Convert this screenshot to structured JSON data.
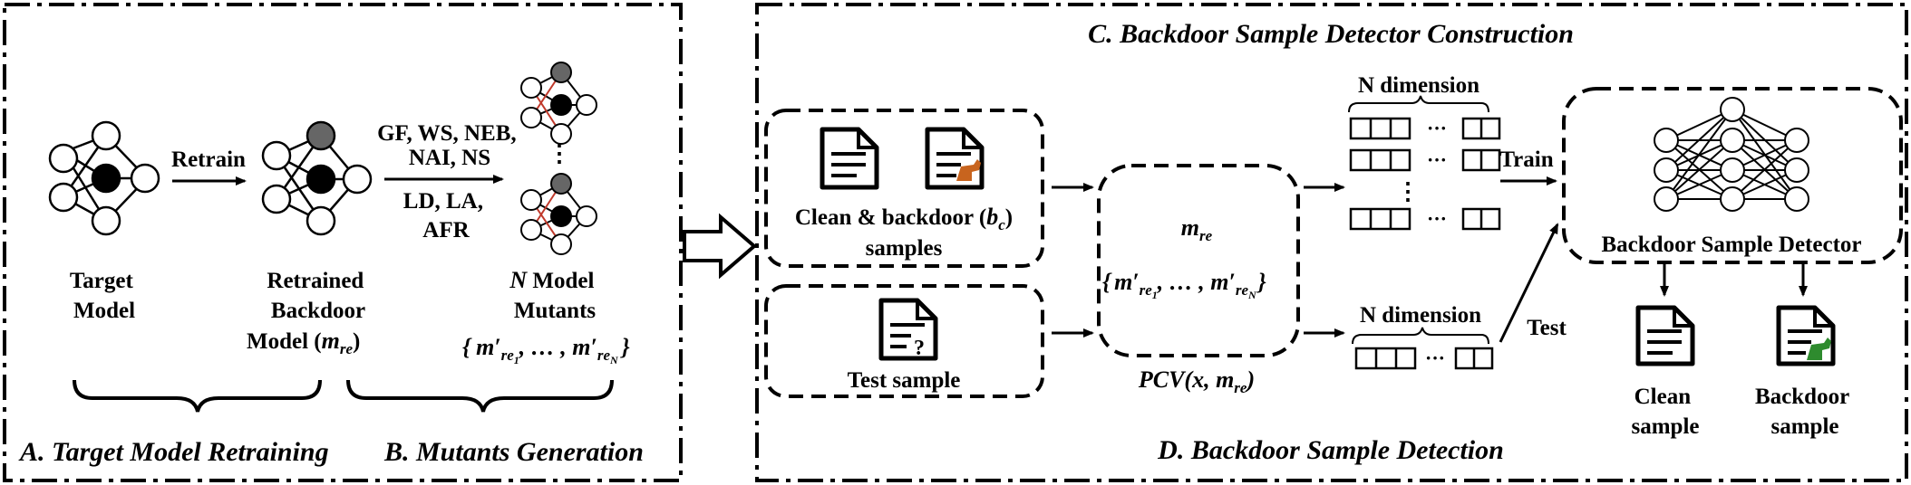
{
  "section_titles": {
    "a": "A. Target Model Retraining",
    "b": "B. Mutants Generation",
    "c": "C. Backdoor Sample Detector Construction",
    "d": "D. Backdoor Sample Detection"
  },
  "part_ab": {
    "retrain_label": "Retrain",
    "target_model": [
      "Target",
      "Model"
    ],
    "retrained_model": [
      "Retrained",
      "Backdoor",
      "Model ("
    ],
    "retrained_model_symbol": {
      "base": "m",
      "sub": "re",
      "close": ")"
    },
    "mutation_ops_1": [
      "GF, WS, NEB,",
      "NAI, NS"
    ],
    "mutation_ops_2": [
      "LD, LA,",
      "AFR"
    ],
    "mutants_label": {
      "n": "N",
      "rest": " Model",
      "line2": "Mutants"
    },
    "mutants_set": {
      "open": "{",
      "base": "m′",
      "sub": "re",
      "subsub_1": "1",
      "dots": ", … , ",
      "subsub_n": "N",
      "close": "}",
      "comma": ","
    }
  },
  "part_cd": {
    "samples_box_line1_pre": "Clean & backdoor (",
    "samples_box_symbol": {
      "base": "b",
      "sub": "c",
      "close": ")"
    },
    "samples_box_line2": "samples",
    "test_sample": "Test sample",
    "mre": {
      "base": "m",
      "sub": "re"
    },
    "pcv": {
      "prefix": "PCV(x, m",
      "sub": "re",
      "close": ")"
    },
    "n_dimension_top": "N dimension",
    "n_dimension_bottom": "N dimension",
    "cell_dots": "···",
    "vertical_dots": "⋮",
    "train_label": "Train",
    "test_label": "Test",
    "detector_label": "Backdoor Sample Detector",
    "clean_sample": [
      "Clean",
      "sample"
    ],
    "backdoor_sample": [
      "Backdoor",
      "sample"
    ]
  },
  "colors": {
    "stroke": "#000000",
    "node_gray": "#666666",
    "mutant_edge": "#c0392b",
    "horse_orange": "#c8641e",
    "horse_green": "#2e8b2e"
  },
  "icons": [
    "document-icon",
    "backdoor-document-icon",
    "question-document-icon",
    "neural-network-icon",
    "block-arrow-icon"
  ]
}
